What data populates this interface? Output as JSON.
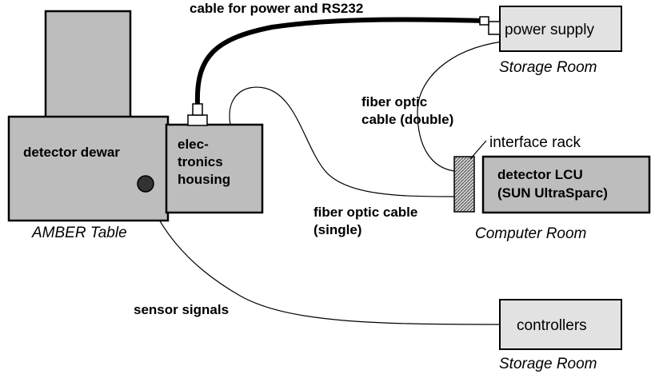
{
  "top_cable_label": "cable for power and RS232",
  "dewar_label": "detector dewar",
  "electronics_label": [
    "elec-",
    "tronics",
    "housing"
  ],
  "amber_table_label": "AMBER Table",
  "power_supply_label": "power supply",
  "storage_room_top_label": "Storage Room",
  "fiber_double_label": [
    "fiber optic",
    "cable (double)"
  ],
  "interface_rack_label": "interface rack",
  "lcu_label": [
    "detector LCU",
    "(SUN UltraSparc)"
  ],
  "fiber_single_label": [
    "fiber optic cable",
    "(single)"
  ],
  "computer_room_label": "Computer Room",
  "sensor_label": "sensor signals",
  "controllers_label": "controllers",
  "storage_room_bottom_label": "Storage Room"
}
